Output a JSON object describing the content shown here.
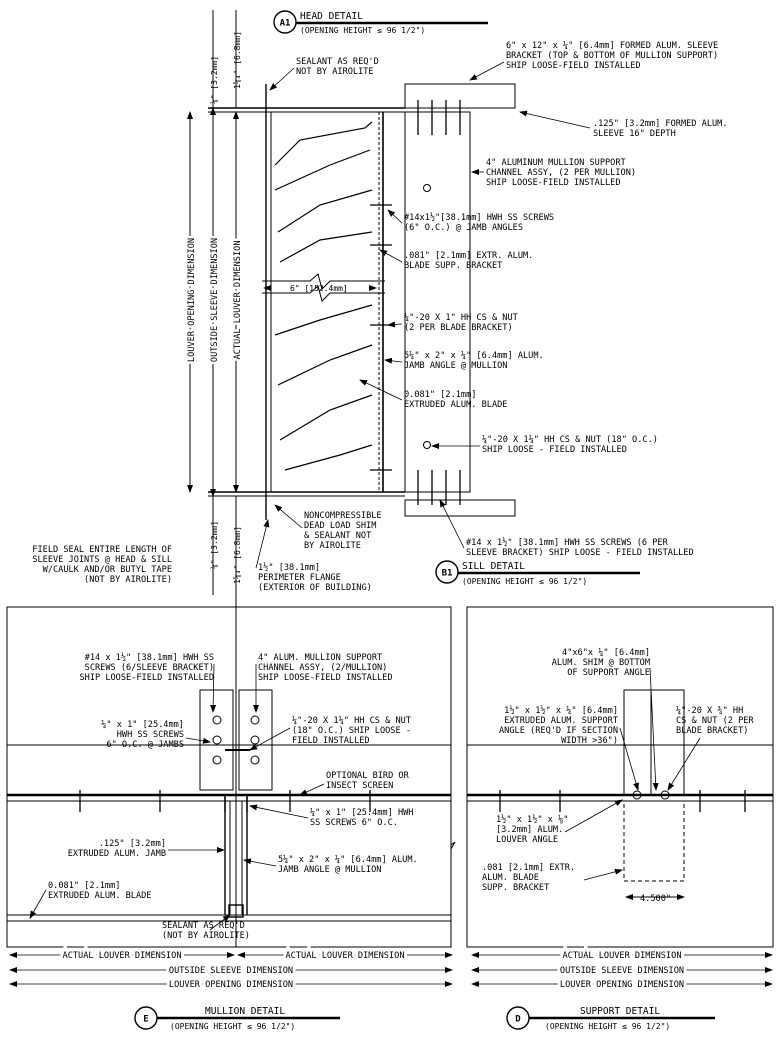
{
  "details": {
    "A1": {
      "bubble": "A1",
      "title": "HEAD DETAIL",
      "subtitle": "(OPENING HEIGHT ≤ 96 1/2\")"
    },
    "B1": {
      "bubble": "B1",
      "title": "SILL DETAIL",
      "subtitle": "(OPENING HEIGHT ≤ 96 1/2\")"
    },
    "E": {
      "bubble": "E",
      "title": "MULLION DETAIL",
      "subtitle": "(OPENING HEIGHT ≤ 96 1/2\")"
    },
    "D": {
      "bubble": "D",
      "title": "SUPPORT DETAIL",
      "subtitle": "(OPENING HEIGHT ≤ 96 1/2\")"
    }
  },
  "section": {
    "dim_vertical": {
      "louver_opening": "LOUVER OPENING DIMENSION",
      "outside_sleeve": "OUTSIDE SLEEVE DIMENSION",
      "actual_louver": "ACTUAL LOUVER DIMENSION",
      "top_a": "⅛\" [3.2mm]",
      "top_b": "1⅝₄\" [6.8mm]",
      "bot_a": "⅛\" [3.2mm]",
      "bot_b": "1⅝₄\" [6.8mm]"
    },
    "blade_depth": "6\" [152.4mm]",
    "notes": {
      "sealant": [
        "SEALANT AS REQ'D",
        "NOT BY AIROLITE"
      ],
      "sleeve_bracket": [
        "6\" x 12\" x ¼\" [6.4mm] FORMED ALUM. SLEEVE",
        "BRACKET (TOP & BOTTOM OF MULLION SUPPORT)",
        "SHIP LOOSE-FIELD INSTALLED"
      ],
      "sleeve": [
        ".125\" [3.2mm] FORMED ALUM.",
        "SLEEVE 16\" DEPTH"
      ],
      "mullion_channel": [
        "4\" ALUMINUM MULLION SUPPORT",
        "CHANNEL ASSY, (2 PER MULLION)",
        "SHIP LOOSE-FIELD INSTALLED"
      ],
      "jamb_screws": [
        "#14x1½\"[38.1mm] HWH SS SCREWS",
        "(6\" O.C.) @ JAMB ANGLES"
      ],
      "blade_bracket": [
        ".081\" [2.1mm] EXTR. ALUM.",
        "BLADE SUPP. BRACKET"
      ],
      "hh_cs_1": [
        "¼\"-20 X 1\" HH CS & NUT",
        "(2 PER BLADE BRACKET)"
      ],
      "jamb_angle": [
        "5¼\" x 2\" x ¼\" [6.4mm] ALUM.",
        "JAMB ANGLE @ MULLION"
      ],
      "blade": [
        "0.081\" [2.1mm]",
        "EXTRUDED ALUM. BLADE"
      ],
      "hh_cs_2": [
        "¼\"-20 X 1¼\" HH CS & NUT (18\" O.C.)",
        "SHIP LOOSE - FIELD INSTALLED"
      ],
      "shim": [
        "NONCOMPRESSIBLE",
        "DEAD LOAD SHIM",
        "& SEALANT NOT",
        "BY AIROLITE"
      ],
      "sill_screws": [
        "#14 x 1½\" [38.1mm] HWH SS SCREWS (6 PER",
        "SLEEVE BRACKET) SHIP LOOSE - FIELD INSTALLED"
      ],
      "flange": [
        "1½\" [38.1mm]",
        "PERIMETER FLANGE",
        "(EXTERIOR OF BUILDING)"
      ],
      "field_seal": [
        "FIELD SEAL ENTIRE LENGTH OF",
        "SLEEVE JOINTS @ HEAD & SILL",
        "W/CAULK AND/OR BUTYL TAPE",
        "(NOT BY AIROLITE)"
      ]
    }
  },
  "mullion": {
    "notes": {
      "screws": [
        "#14 x 1½\" [38.1mm] HWH SS",
        "SCREWS (6/SLEEVE BRACKET)",
        "SHIP LOOSE-FIELD INSTALLED"
      ],
      "channel": [
        "4\" ALUM. MULLION SUPPORT",
        "CHANNEL ASSY, (2/MULLION)",
        "SHIP LOOSE-FIELD INSTALLED"
      ],
      "jamb_hwh": [
        "¼\" x 1\" [25.4mm]",
        "HWH SS SCREWS",
        "6\" O.C. @ JAMBS"
      ],
      "hh_cs": [
        "¼\"-20 X 1¼\" HH CS & NUT",
        "(18\" O.C.) SHIP LOOSE -",
        "FIELD INSTALLED"
      ],
      "screen": [
        "OPTIONAL BIRD OR",
        "INSECT SCREEN"
      ],
      "hwh_2": [
        "¼\" x 1\" [25.4mm] HWH",
        "SS SCREWS 6\" O.C."
      ],
      "jamb": [
        ".125\" [3.2mm]",
        "EXTRUDED ALUM. JAMB"
      ],
      "jamb_angle": [
        "5¼\" x 2\" x ¼\" [6.4mm] ALUM.",
        "JAMB ANGLE @ MULLION"
      ],
      "blade": [
        "0.081\" [2.1mm]",
        "EXTRUDED ALUM. BLADE"
      ],
      "sealant": [
        "SEALANT AS REQ'D",
        "(NOT BY AIROLITE)"
      ]
    },
    "dims": {
      "actual_left": "ACTUAL LOUVER DIMENSION",
      "actual_right": "ACTUAL LOUVER DIMENSION",
      "sleeve": "OUTSIDE SLEEVE DIMENSION",
      "opening": "LOUVER OPENING DIMENSION"
    }
  },
  "support": {
    "notes": {
      "shim": [
        "4\"x6\"x ¼\" [6.4mm]",
        "ALUM. SHIM @ BOTTOM",
        "OF SUPPORT ANGLE"
      ],
      "angle": [
        "1½\" x 1½\" x ¼\" [6.4mm]",
        "EXTRUDED ALUM. SUPPORT",
        "ANGLE (REQ'D IF SECTION",
        "WIDTH >36\")"
      ],
      "hh": [
        "¼\"-20 X ¾\" HH",
        "CS & NUT (2 PER",
        "BLADE BRACKET)"
      ],
      "louver_angle": [
        "1½\" x 1½\" x ⅛\"",
        "[3.2mm] ALUM.",
        "LOUVER ANGLE"
      ],
      "bracket": [
        ".081 [2.1mm] EXTR.",
        "ALUM. BLADE",
        "SUPP. BRACKET"
      ]
    },
    "spacing": "4.500\"",
    "dims": {
      "actual": "ACTUAL LOUVER DIMENSION",
      "sleeve": "OUTSIDE SLEEVE DIMENSION",
      "opening": "LOUVER OPENING DIMENSION"
    }
  }
}
